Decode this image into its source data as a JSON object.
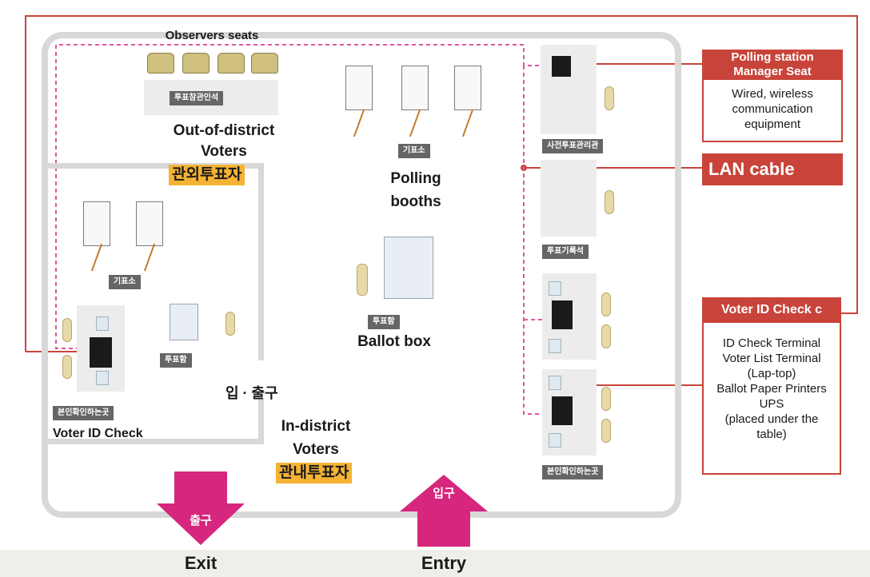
{
  "observers": {
    "title": "Observers seats",
    "desk_label": "투표참관인석"
  },
  "out_of_district": {
    "line1": "Out-of-district",
    "line2": "Voters",
    "korean": "관외투표자"
  },
  "polling_booths": {
    "label_ko": "기표소",
    "line1": "Polling",
    "line2": "booths"
  },
  "left_booths": {
    "label_ko": "기표소"
  },
  "left_ballot_box": {
    "label_ko": "투표함"
  },
  "center_ballot_box": {
    "label_ko": "투표함",
    "label_en": "Ballot box"
  },
  "left_id_check": {
    "label_ko": "본인확인하는곳",
    "label_en": "Voter ID Check"
  },
  "doorway": {
    "label_ko": "입 · 출구"
  },
  "in_district": {
    "line1": "In-district",
    "line2": "Voters",
    "korean": "관내투표자"
  },
  "right_column": {
    "manager_desk_label": "사전투표관리관",
    "record_desk_label": "투표기록석",
    "id_check_desk_label": "본인확인하는곳"
  },
  "manager_box": {
    "title_line1": "Polling station",
    "title_line2": "Manager Seat",
    "body": [
      "Wired, wireless",
      "communication",
      "equipment"
    ]
  },
  "lan_cable": {
    "label": "LAN cable"
  },
  "id_check_box": {
    "title": "Voter ID Check c",
    "body": [
      "ID Check Terminal",
      "Voter List  Terminal",
      "(Lap-top)",
      "Ballot Paper Printers",
      "UPS",
      "(placed under the",
      "table)"
    ]
  },
  "exit": {
    "arrow_label": "출구",
    "caption": "Exit"
  },
  "entry": {
    "arrow_label": "입구",
    "caption": "Entry"
  },
  "colors": {
    "cable_red": "#c8443a",
    "lan_pink": "#e0569c",
    "arrow_magenta": "#d6267d",
    "tag_orange": "#f5b335",
    "wall_gray": "#d8d8d8",
    "label_gray": "#666666"
  }
}
